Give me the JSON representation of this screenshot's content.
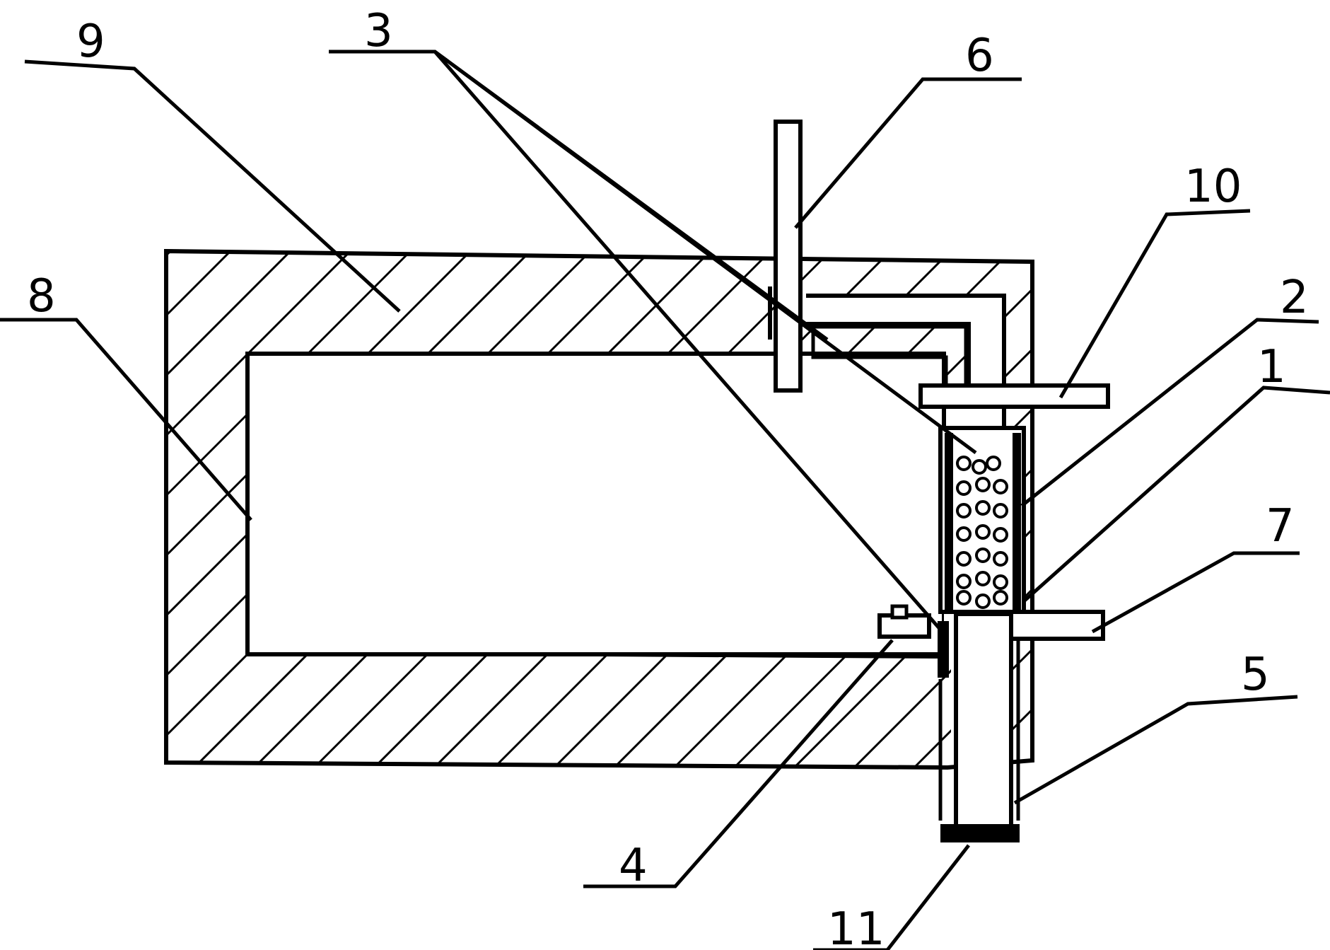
{
  "diagram": {
    "labels": {
      "l1": "1",
      "l2": "2",
      "l3": "3",
      "l4": "4",
      "l5": "5",
      "l6": "6",
      "l7": "7",
      "l8": "8",
      "l9": "9",
      "l10": "10",
      "l11": "11"
    },
    "colors": {
      "ink": "#000000",
      "paper": "#ffffff"
    }
  }
}
